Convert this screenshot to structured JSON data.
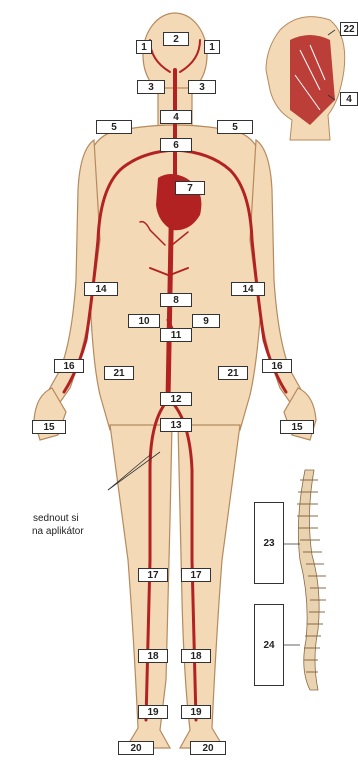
{
  "labels": {
    "l1": "1",
    "l2": "2",
    "l3": "3",
    "l4": "4",
    "l5": "5",
    "l6": "6",
    "l7": "7",
    "l8": "8",
    "l9": "9",
    "l10": "10",
    "l11": "11",
    "l12": "12",
    "l13": "13",
    "l14": "14",
    "l15": "15",
    "l16": "16",
    "l17": "17",
    "l18": "18",
    "l19": "19",
    "l20": "20",
    "l21": "21",
    "l22": "22",
    "l23": "23",
    "l24": "24"
  },
  "caption": {
    "line1": "sednout si",
    "line2": "na aplikátor"
  },
  "colors": {
    "skin": "#f3d9b5",
    "skin_outline": "#b58a5e",
    "artery": "#b22222",
    "spine": "#e9d3b0"
  }
}
